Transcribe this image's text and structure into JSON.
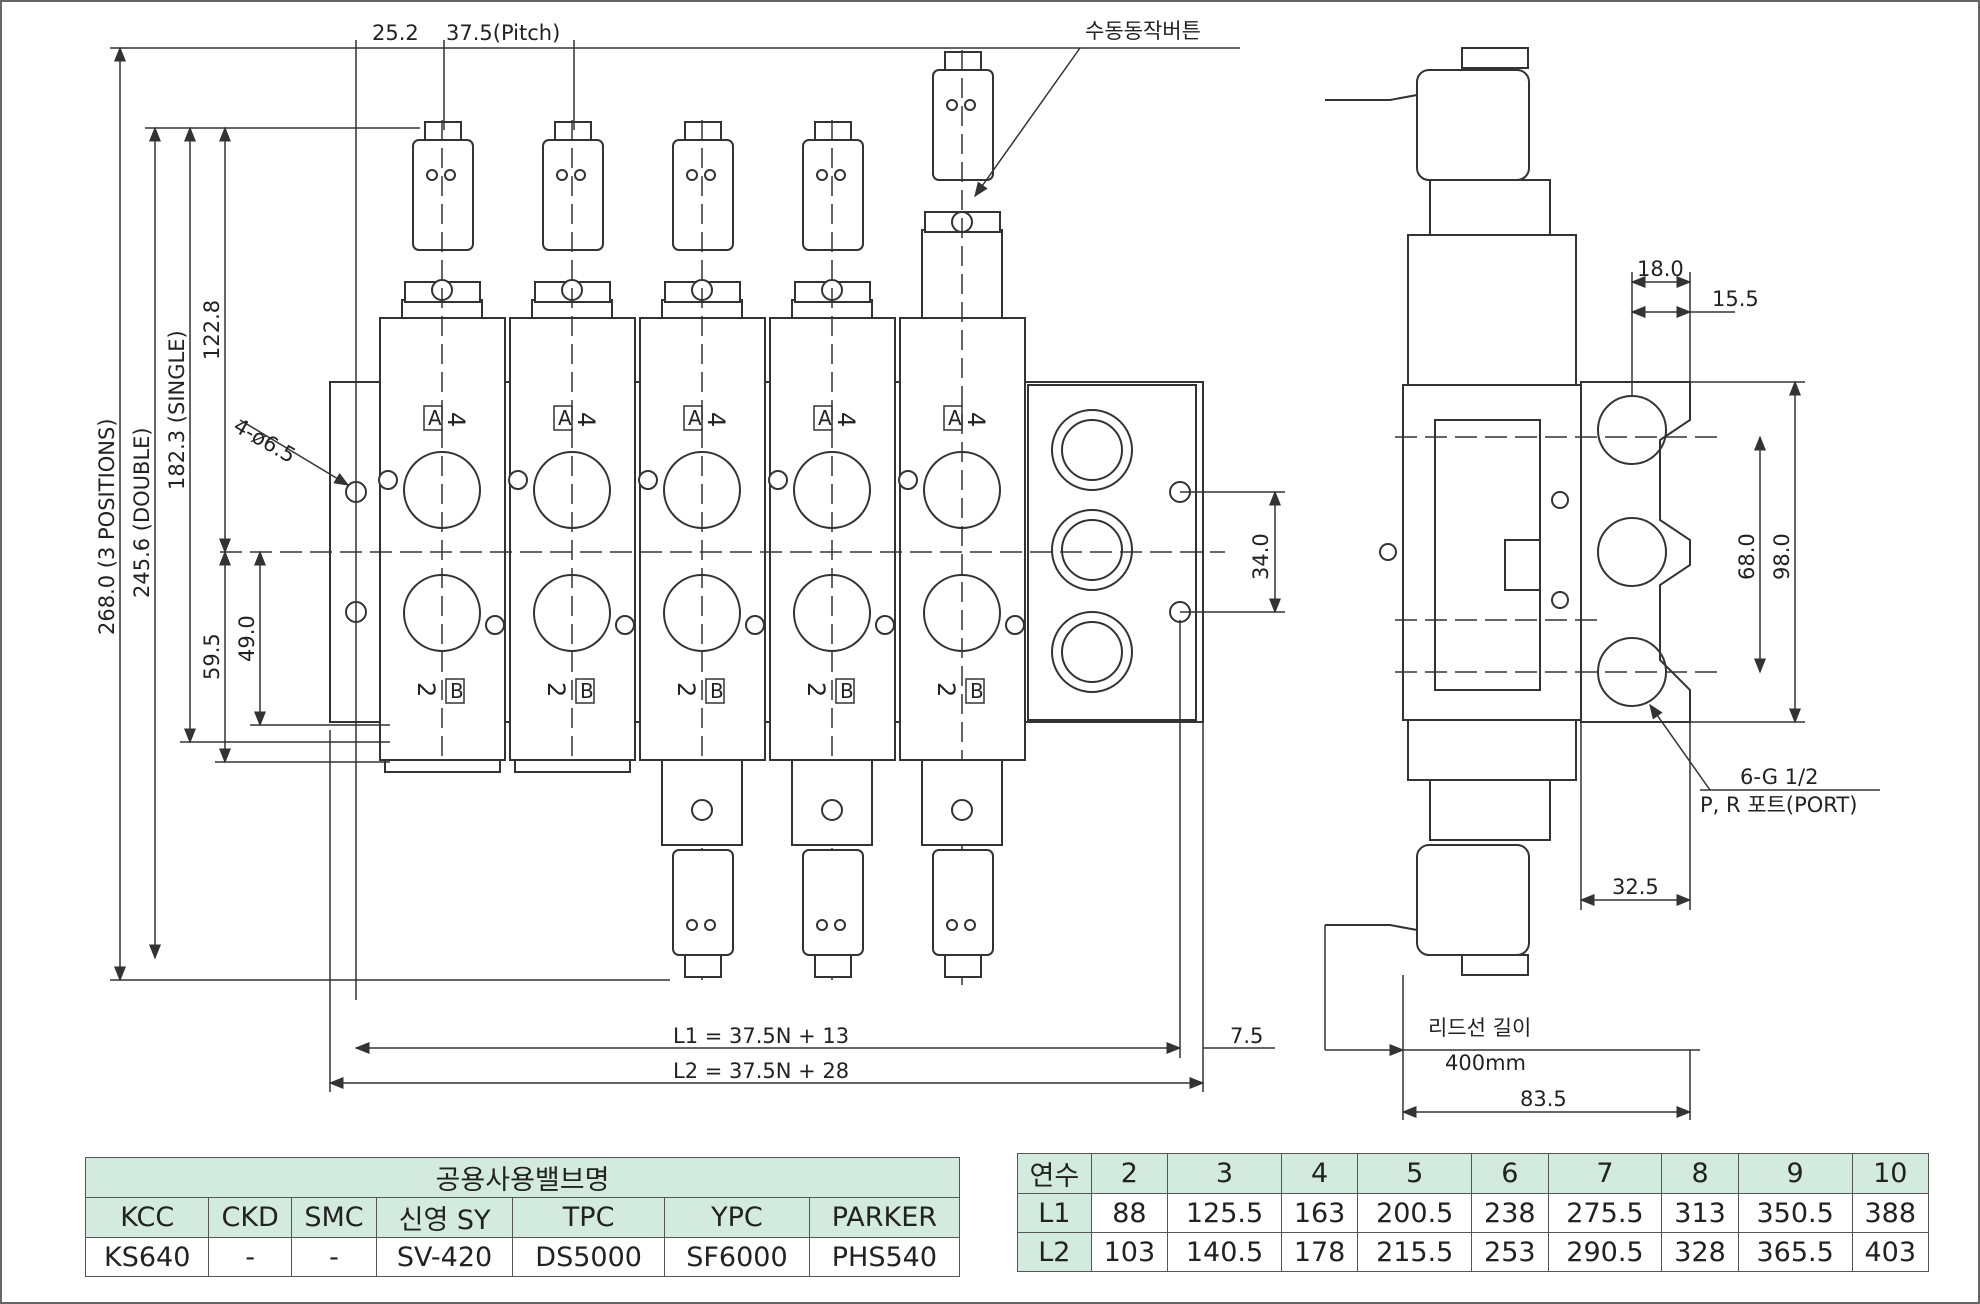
{
  "dimensions": {
    "offset_25_2": "25.2",
    "pitch": "37.5(Pitch)",
    "manual_button": "수동동작버튼",
    "height_3pos": "268.0 (3 POSITIONS)",
    "height_double": "245.6 (DOUBLE)",
    "height_single": "182.3 (SINGLE)",
    "dim_122_8": "122.8",
    "holes": "4-ø6.5",
    "dim_59_5": "59.5",
    "dim_49_0": "49.0",
    "dim_34_0": "34.0",
    "l1_formula": "L1 = 37.5N + 13",
    "l2_formula": "L2 = 37.5N + 28",
    "dim_7_5": "7.5",
    "dim_18_0": "18.0",
    "dim_15_5": "15.5",
    "dim_68_0": "68.0",
    "dim_98_0": "98.0",
    "port_spec": "6-G 1/2",
    "port_label": "P, R 포트(PORT)",
    "dim_32_5": "32.5",
    "lead_label": "리드선 길이",
    "lead_length": "400mm",
    "dim_83_5": "83.5"
  },
  "valve_labels": {
    "port_a": "A",
    "port_b": "B",
    "num_4": "4",
    "num_2": "2"
  },
  "cross_table": {
    "title": "공용사용밸브명",
    "headers": [
      "KCC",
      "CKD",
      "SMC",
      "신영 SY",
      "TPC",
      "YPC",
      "PARKER"
    ],
    "values": [
      "KS640",
      "-",
      "-",
      "SV-420",
      "DS5000",
      "SF6000",
      "PHS540"
    ]
  },
  "length_table": {
    "header_label": "연수",
    "counts": [
      "2",
      "3",
      "4",
      "5",
      "6",
      "7",
      "8",
      "9",
      "10"
    ],
    "rows": [
      {
        "label": "L1",
        "values": [
          "88",
          "125.5",
          "163",
          "200.5",
          "238",
          "275.5",
          "313",
          "350.5",
          "388"
        ]
      },
      {
        "label": "L2",
        "values": [
          "103",
          "140.5",
          "178",
          "215.5",
          "253",
          "290.5",
          "328",
          "365.5",
          "403"
        ]
      }
    ]
  }
}
